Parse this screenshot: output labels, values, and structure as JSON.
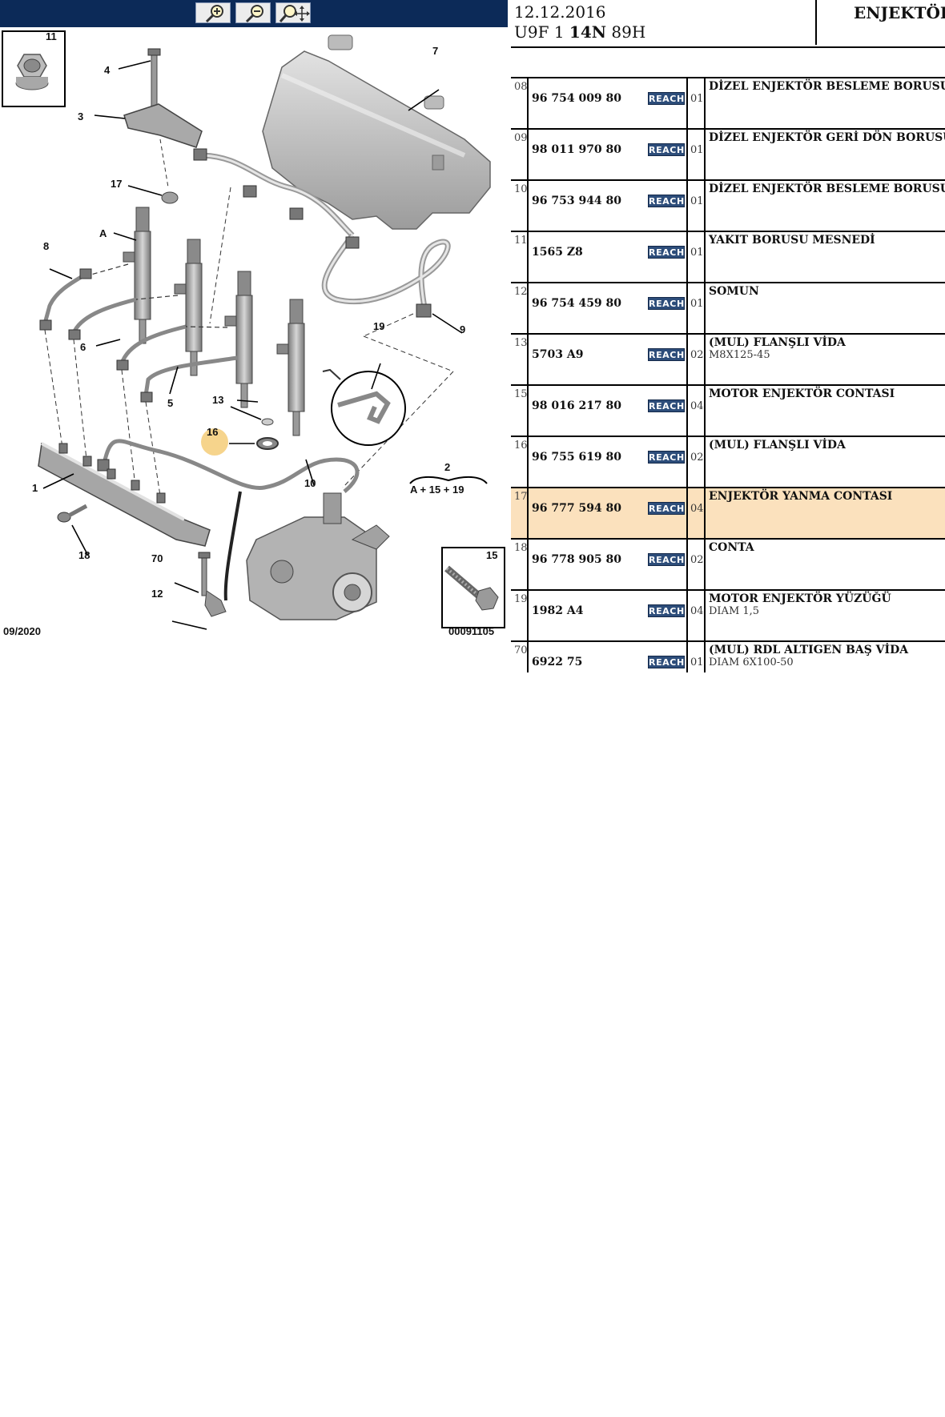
{
  "header": {
    "date": "12.12.2016",
    "model_prefix": "U9F 1 ",
    "model_bold": "14N",
    "model_suffix": " 89H",
    "title": "ENJEKTÖR"
  },
  "toolbar": {
    "buttons": [
      {
        "name": "zoom-in",
        "icon": "magnifier-plus-icon"
      },
      {
        "name": "zoom-out",
        "icon": "magnifier-minus-icon"
      },
      {
        "name": "pan",
        "icon": "magnifier-move-icon"
      }
    ]
  },
  "diagram": {
    "date_code": "09/2020",
    "ref_code": "00091105",
    "callouts": [
      "1",
      "2",
      "3",
      "4",
      "5",
      "6",
      "7",
      "8",
      "9",
      "10",
      "11",
      "12",
      "13",
      "15",
      "16",
      "17",
      "18",
      "19",
      "70",
      "A"
    ],
    "kit_label": "A + 15 + 19",
    "highlight_color": "#f6d48c"
  },
  "parts": [
    {
      "ref": "08",
      "number": "96 754 009 80",
      "badge": "REACH",
      "qty": "01",
      "desc": "DİZEL ENJEKTÖR BESLEME BORUSU",
      "desc2": ""
    },
    {
      "ref": "09",
      "number": "98 011 970 80",
      "badge": "REACH",
      "qty": "01",
      "desc": "DİZEL ENJEKTÖR GERİ DÖN BORUSU",
      "desc2": ""
    },
    {
      "ref": "10",
      "number": "96 753 944 80",
      "badge": "REACH",
      "qty": "01",
      "desc": "DİZEL ENJEKTÖR BESLEME BORUSU",
      "desc2": ""
    },
    {
      "ref": "11",
      "number": "1565 Z8",
      "badge": "REACH",
      "qty": "01",
      "desc": "YAKIT BORUSU MESNEDİ",
      "desc2": ""
    },
    {
      "ref": "12",
      "number": "96 754 459 80",
      "badge": "REACH",
      "qty": "01",
      "desc": "SOMUN",
      "desc2": ""
    },
    {
      "ref": "13",
      "number": "5703 A9",
      "badge": "REACH",
      "qty": "02",
      "desc": "(MUL) FLANŞLI VİDA",
      "desc2": "M8X125-45"
    },
    {
      "ref": "15",
      "number": "98 016 217 80",
      "badge": "REACH",
      "qty": "04",
      "desc": "MOTOR ENJEKTÖR CONTASI",
      "desc2": ""
    },
    {
      "ref": "16",
      "number": "96 755 619 80",
      "badge": "REACH",
      "qty": "02",
      "desc": "(MUL) FLANŞLI VİDA",
      "desc2": ""
    },
    {
      "ref": "17",
      "number": "96 777 594 80",
      "badge": "REACH",
      "qty": "04",
      "desc": "ENJEKTÖR YANMA CONTASI",
      "desc2": "",
      "selected": true
    },
    {
      "ref": "18",
      "number": "96 778 905 80",
      "badge": "REACH",
      "qty": "02",
      "desc": "CONTA",
      "desc2": ""
    },
    {
      "ref": "19",
      "number": "1982 A4",
      "badge": "REACH",
      "qty": "04",
      "desc": "MOTOR ENJEKTÖR YÜZÜĞÜ",
      "desc2": "DIAM 1,5"
    },
    {
      "ref": "70",
      "number": "6922 75",
      "badge": "REACH",
      "qty": "01",
      "desc": "(MUL) RDL ALTIGEN BAŞ VİDA",
      "desc2": "DIAM 6X100-50"
    }
  ],
  "colors": {
    "toolbar_bg": "#0c2a58",
    "selected_row": "#fbe1bd",
    "reach_badge": "#2d4d7a"
  }
}
